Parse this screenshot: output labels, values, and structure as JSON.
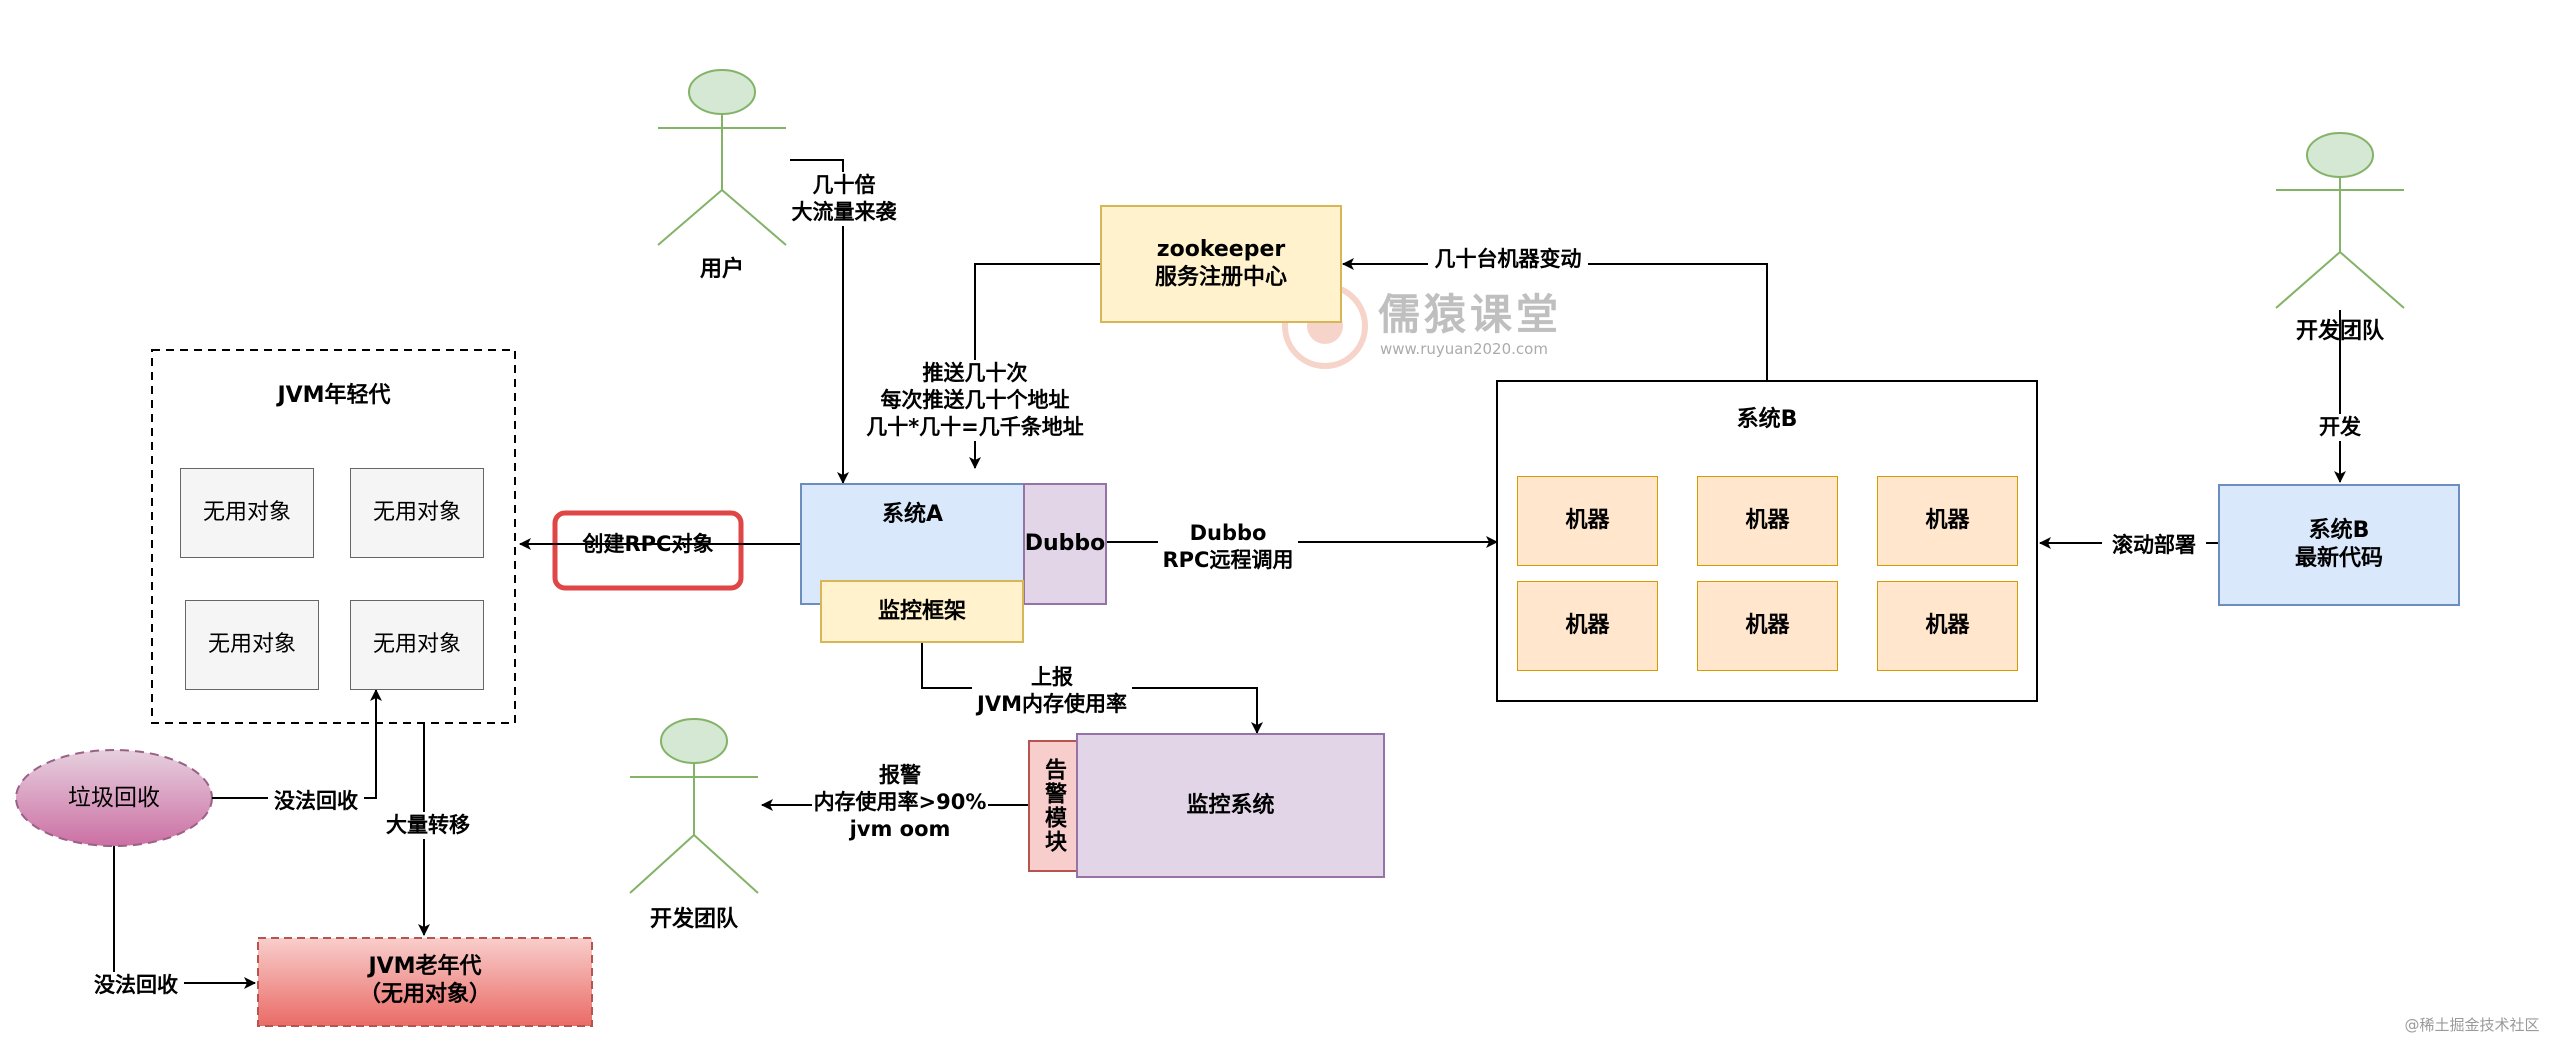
{
  "colors": {
    "blue_fill": "#dae8fc",
    "blue_stroke": "#6c8ebf",
    "yellow_fill": "#fff2cc",
    "yellow_stroke": "#d6b656",
    "purple_fill": "#e1d5e7",
    "purple_stroke": "#9673a6",
    "orange_fill": "#ffe6cc",
    "orange_stroke": "#d79b00",
    "green_fill": "#d5e8d4",
    "green_stroke": "#82b366",
    "red_highlight": "#e04646",
    "gc_fill": "#e6a0c4",
    "gc_stroke": "#996185",
    "old_gen_top": "#f8cecc",
    "old_gen_bottom": "#ea6b66",
    "gray_fill": "#f5f5f5",
    "gray_stroke": "#666666"
  },
  "actors": {
    "user": "用户",
    "dev_team_right": "开发团队",
    "dev_team_bottom": "开发团队"
  },
  "zookeeper": {
    "line1": "zookeeper",
    "line2": "服务注册中心"
  },
  "watermark": {
    "brand": "儒猿课堂",
    "url": "www.ruyuan2020.com"
  },
  "system_a": {
    "title": "系统A",
    "dubbo": "Dubbo",
    "monitor_framework": "监控框架"
  },
  "system_b": {
    "title": "系统B",
    "machines": [
      "机器",
      "机器",
      "机器",
      "机器",
      "机器",
      "机器"
    ]
  },
  "system_b_code": {
    "line1": "系统B",
    "line2": "最新代码"
  },
  "monitor_system": {
    "title": "监控系统",
    "alarm_module": "告警模块"
  },
  "jvm_young": {
    "title": "JVM年轻代",
    "objects": [
      "无用对象",
      "无用对象",
      "无用对象",
      "无用对象"
    ]
  },
  "jvm_old": {
    "line1": "JVM老年代",
    "line2": "（无用对象）"
  },
  "gc": {
    "label": "垃圾回收"
  },
  "edges": {
    "traffic_1": "几十倍",
    "traffic_2": "大流量来袭",
    "push_1": "推送几十次",
    "push_2": "每次推送几十个地址",
    "push_3": "几十*几十=几千条地址",
    "machine_change": "几十台机器变动",
    "rpc_1": "Dubbo",
    "rpc_2": "RPC远程调用",
    "create_rpc": "创建RPC对象",
    "report_1": "上报",
    "report_2": "JVM内存使用率",
    "alarm_1": "报警",
    "alarm_2": "内存使用率>90%",
    "alarm_3": "jvm oom",
    "develop": "开发",
    "rolling_deploy": "滚动部署",
    "cannot_collect_1": "没法回收",
    "cannot_collect_2": "没法回收",
    "mass_transfer": "大量转移"
  },
  "footer_credit": "@稀土掘金技术社区"
}
